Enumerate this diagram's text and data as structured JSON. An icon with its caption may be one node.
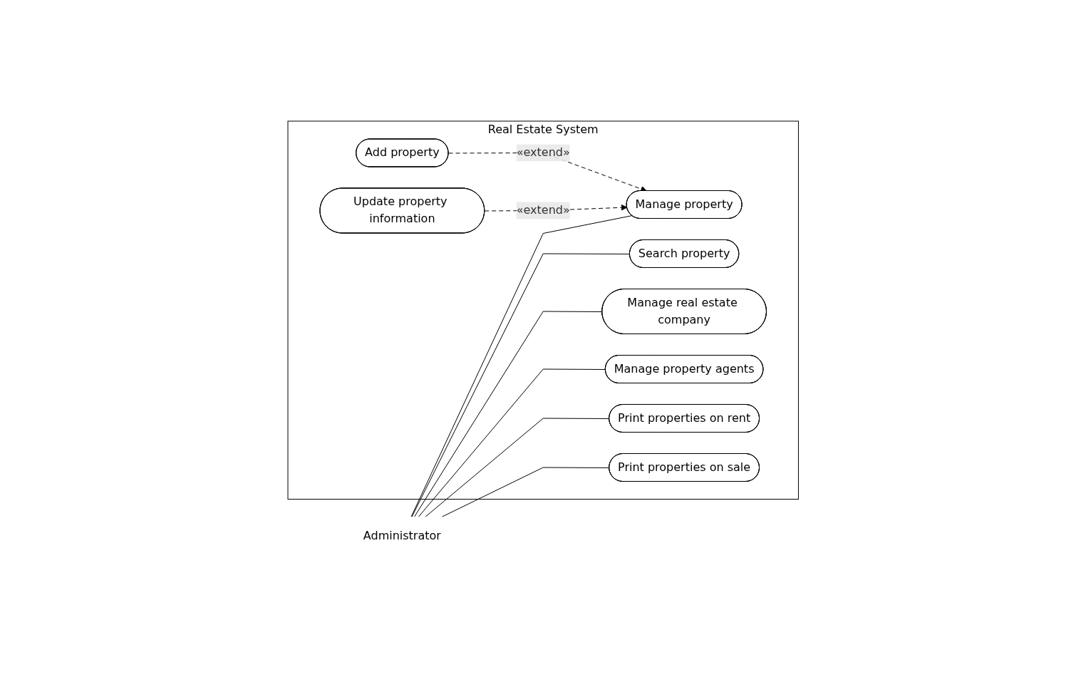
{
  "diagram": {
    "nodes": [
      {
        "text": [
          "Administrator"
        ]
      },
      {
        "text": [
          "Real Estate System"
        ]
      },
      {
        "text": [
          "Manage property"
        ],
        "in": 1
      },
      {
        "text": [
          "Search property"
        ],
        "in": 1
      },
      {
        "text": [
          "Manage real estate company"
        ],
        "in": 1
      },
      {
        "text": [
          "Manage property agents"
        ],
        "in": 1
      },
      {
        "text": [
          "Print properties on rent"
        ],
        "in": 1
      },
      {
        "text": [
          "Print properties on sale"
        ],
        "in": 1
      },
      {
        "text": [
          "Add property"
        ],
        "in": 1
      },
      {
        "text": [
          "Update property information"
        ],
        "in": 1
      }
    ],
    "edges": [
      {
        "from": 0,
        "to": 2,
        "arrow": "none"
      },
      {
        "from": 0,
        "to": 3,
        "arrow": "none"
      },
      {
        "from": 0,
        "to": 4,
        "arrow": "none"
      },
      {
        "from": 0,
        "to": 5,
        "arrow": "none"
      },
      {
        "from": 0,
        "to": 6,
        "arrow": "none"
      },
      {
        "from": 0,
        "to": 7,
        "arrow": "none"
      },
      {
        "from": 8,
        "to": 2,
        "arrow": "to",
        "label": "«extend»",
        "style": "dashed"
      },
      {
        "from": 9,
        "to": 2,
        "arrow": "to",
        "label": "«extend»",
        "style": "dashed"
      }
    ]
  }
}
